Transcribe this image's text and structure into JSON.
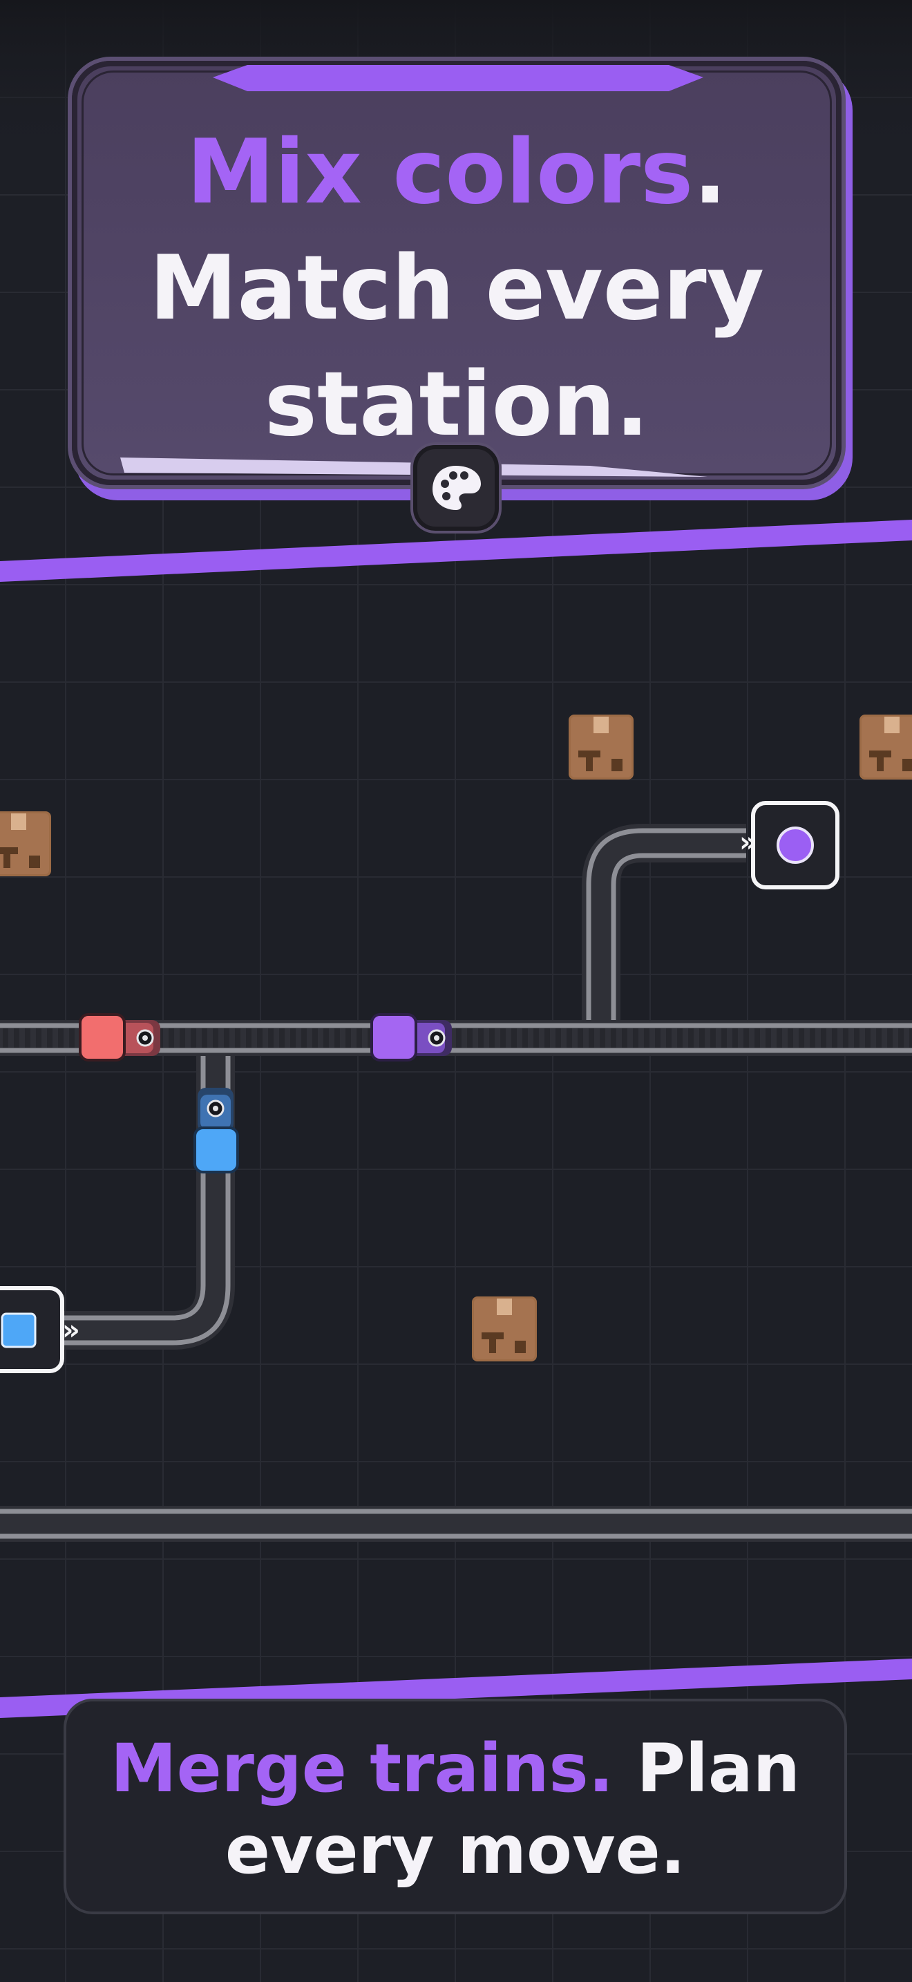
{
  "header": {
    "accent_text": "Mix colors",
    "period": ".",
    "line2": "Match every",
    "line3": "station.",
    "badge_icon": "palette-icon"
  },
  "footer": {
    "accent_text": "Merge trains.",
    "white_text": " Plan",
    "line2": "every move."
  },
  "board": {
    "stations": [
      {
        "name": "purple-station",
        "color": "#9b5ff3",
        "shape": "circle"
      },
      {
        "name": "blue-station",
        "color": "#4ea7f7",
        "shape": "square"
      }
    ],
    "trains": [
      {
        "name": "red-train",
        "color": "#f26e6e"
      },
      {
        "name": "purple-train",
        "color": "#a466f2"
      },
      {
        "name": "blue-train",
        "color": "#4ea7f7"
      }
    ],
    "crate_icon": "cardboard-box-icon"
  },
  "colors": {
    "accent": "#a464f5",
    "background": "#1d1f26",
    "track": "#3c3d45"
  }
}
